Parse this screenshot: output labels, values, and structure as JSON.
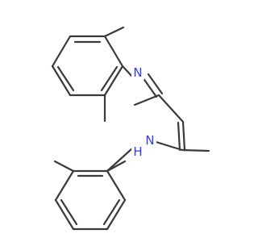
{
  "molecule": {
    "colors": {
      "bond": "#3a3a3a",
      "nitrogen": "#2d3cf0",
      "hydrogen": "#2d3cf0",
      "background": "#ffffff"
    },
    "labels": {
      "imine_nitrogen": "N",
      "amine_nitrogen": "N",
      "amine_hydrogen": "H"
    }
  }
}
